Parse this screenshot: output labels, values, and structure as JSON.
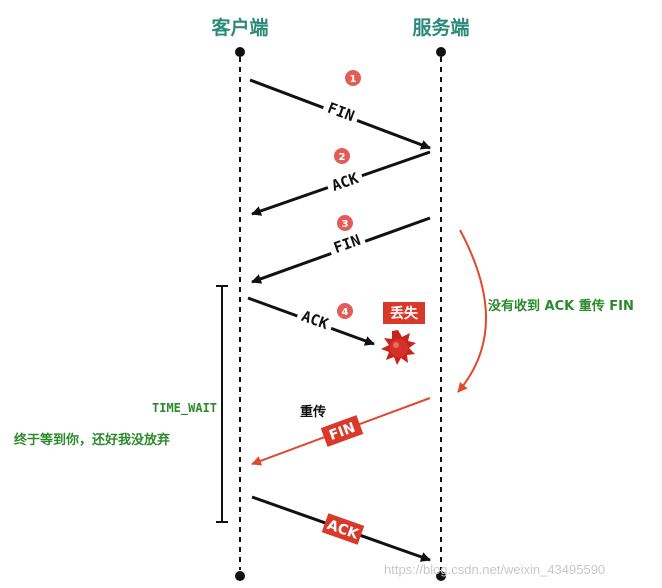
{
  "client_label": "客户端",
  "server_label": "服务端",
  "steps": [
    {
      "num": "1",
      "label": "FIN"
    },
    {
      "num": "2",
      "label": "ACK"
    },
    {
      "num": "3",
      "label": "FIN"
    },
    {
      "num": "4",
      "label": "ACK"
    }
  ],
  "lost_tag": "丢失",
  "resend_note": "没有收到 ACK 重传 FIN",
  "time_wait": "TIME_WAIT",
  "waiting_note": "终于等到你，还好我没放弃",
  "resend_label": "重传",
  "resend_fin": "FIN",
  "final_ack": "ACK",
  "watermark": "https://blog.csdn.net/weixin_43495590",
  "colors": {
    "title": "#2c8a7a",
    "badge": "#e25d57",
    "note": "#2b8a2b",
    "resend": "#e0492b",
    "line": "#111111"
  }
}
